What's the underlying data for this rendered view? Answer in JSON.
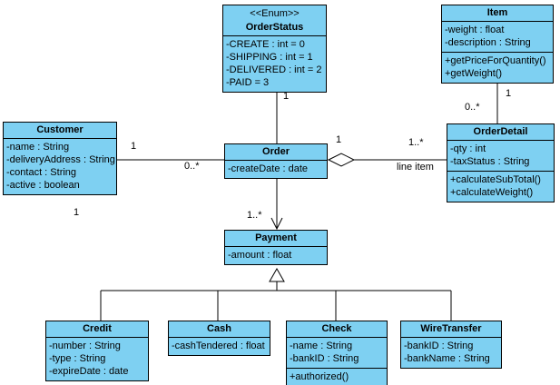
{
  "diagram": {
    "background": "#ffffff",
    "class_fill": "#7ed0f2",
    "class_border": "#000000",
    "line_color": "#000000"
  },
  "classes": {
    "orderStatus": {
      "stereotype": "<<Enum>>",
      "name": "OrderStatus",
      "attributes": [
        "-CREATE : int = 0",
        "-SHIPPING : int = 1",
        "-DELIVERED : int = 2",
        "-PAID = 3"
      ]
    },
    "item": {
      "name": "Item",
      "attributes": [
        "-weight : float",
        "-description : String"
      ],
      "methods": [
        "+getPriceForQuantity()",
        "+getWeight()"
      ]
    },
    "customer": {
      "name": "Customer",
      "attributes": [
        "-name : String",
        "-deliveryAddress : String",
        "-contact : String",
        "-active : boolean"
      ]
    },
    "order": {
      "name": "Order",
      "attributes": [
        "-createDate : date"
      ]
    },
    "orderDetail": {
      "name": "OrderDetail",
      "attributes": [
        "-qty : int",
        "-taxStatus : String"
      ],
      "methods": [
        "+calculateSubTotal()",
        "+calculateWeight()"
      ]
    },
    "payment": {
      "name": "Payment",
      "attributes": [
        "-amount : float"
      ]
    },
    "credit": {
      "name": "Credit",
      "attributes": [
        "-number : String",
        "-type : String",
        "-expireDate : date"
      ]
    },
    "cash": {
      "name": "Cash",
      "attributes": [
        "-cashTendered : float"
      ]
    },
    "check": {
      "name": "Check",
      "attributes": [
        "-name : String",
        "-bankID : String"
      ],
      "methods": [
        "+authorized()"
      ]
    },
    "wireTransfer": {
      "name": "WireTransfer",
      "attributes": [
        "-bankID : String",
        "-bankName : String"
      ]
    }
  },
  "edge_labels": {
    "orderstatus_order_mult": "1",
    "customer_side_mult": "1",
    "order_side_mult": "0..*",
    "order_aggregation_mult": "1",
    "orderdetail_side_mult": "1..*",
    "line_item_role": "line item",
    "item_side_mult": "1",
    "orderdetail_item_side_mult": "0..*",
    "payment_side_mult": "1..*",
    "customer_bottom_mult": "1"
  }
}
